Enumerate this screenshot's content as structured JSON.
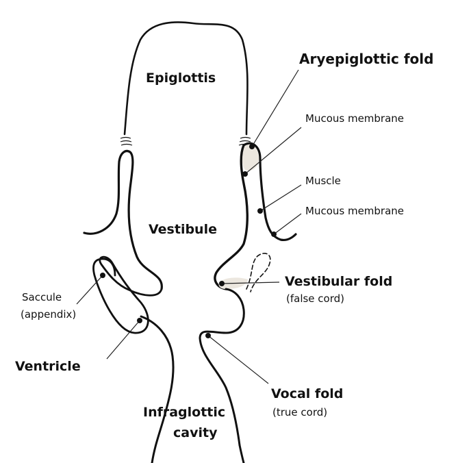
{
  "labels": {
    "epiglottis": "Epiglottis",
    "aryepiglottic_fold": "Aryepiglottic fold",
    "mucous_membrane_top": "Mucous membrane",
    "muscle": "Muscle",
    "mucous_membrane_bottom": "Mucous membrane",
    "vestibule": "Vestibule",
    "vestibular_fold": "Vestibular fold",
    "false_cord": "(false cord)",
    "saccule": "Saccule",
    "appendix": "(appendix)",
    "ventricle": "Ventricle",
    "vocal_fold": "Vocal fold",
    "true_cord": "(true cord)",
    "infraglottic_line1": "Infraglottic",
    "infraglottic_line2": "cavity"
  },
  "colors": {
    "outline": "#111111",
    "fill_shaded": "#ece7df"
  }
}
